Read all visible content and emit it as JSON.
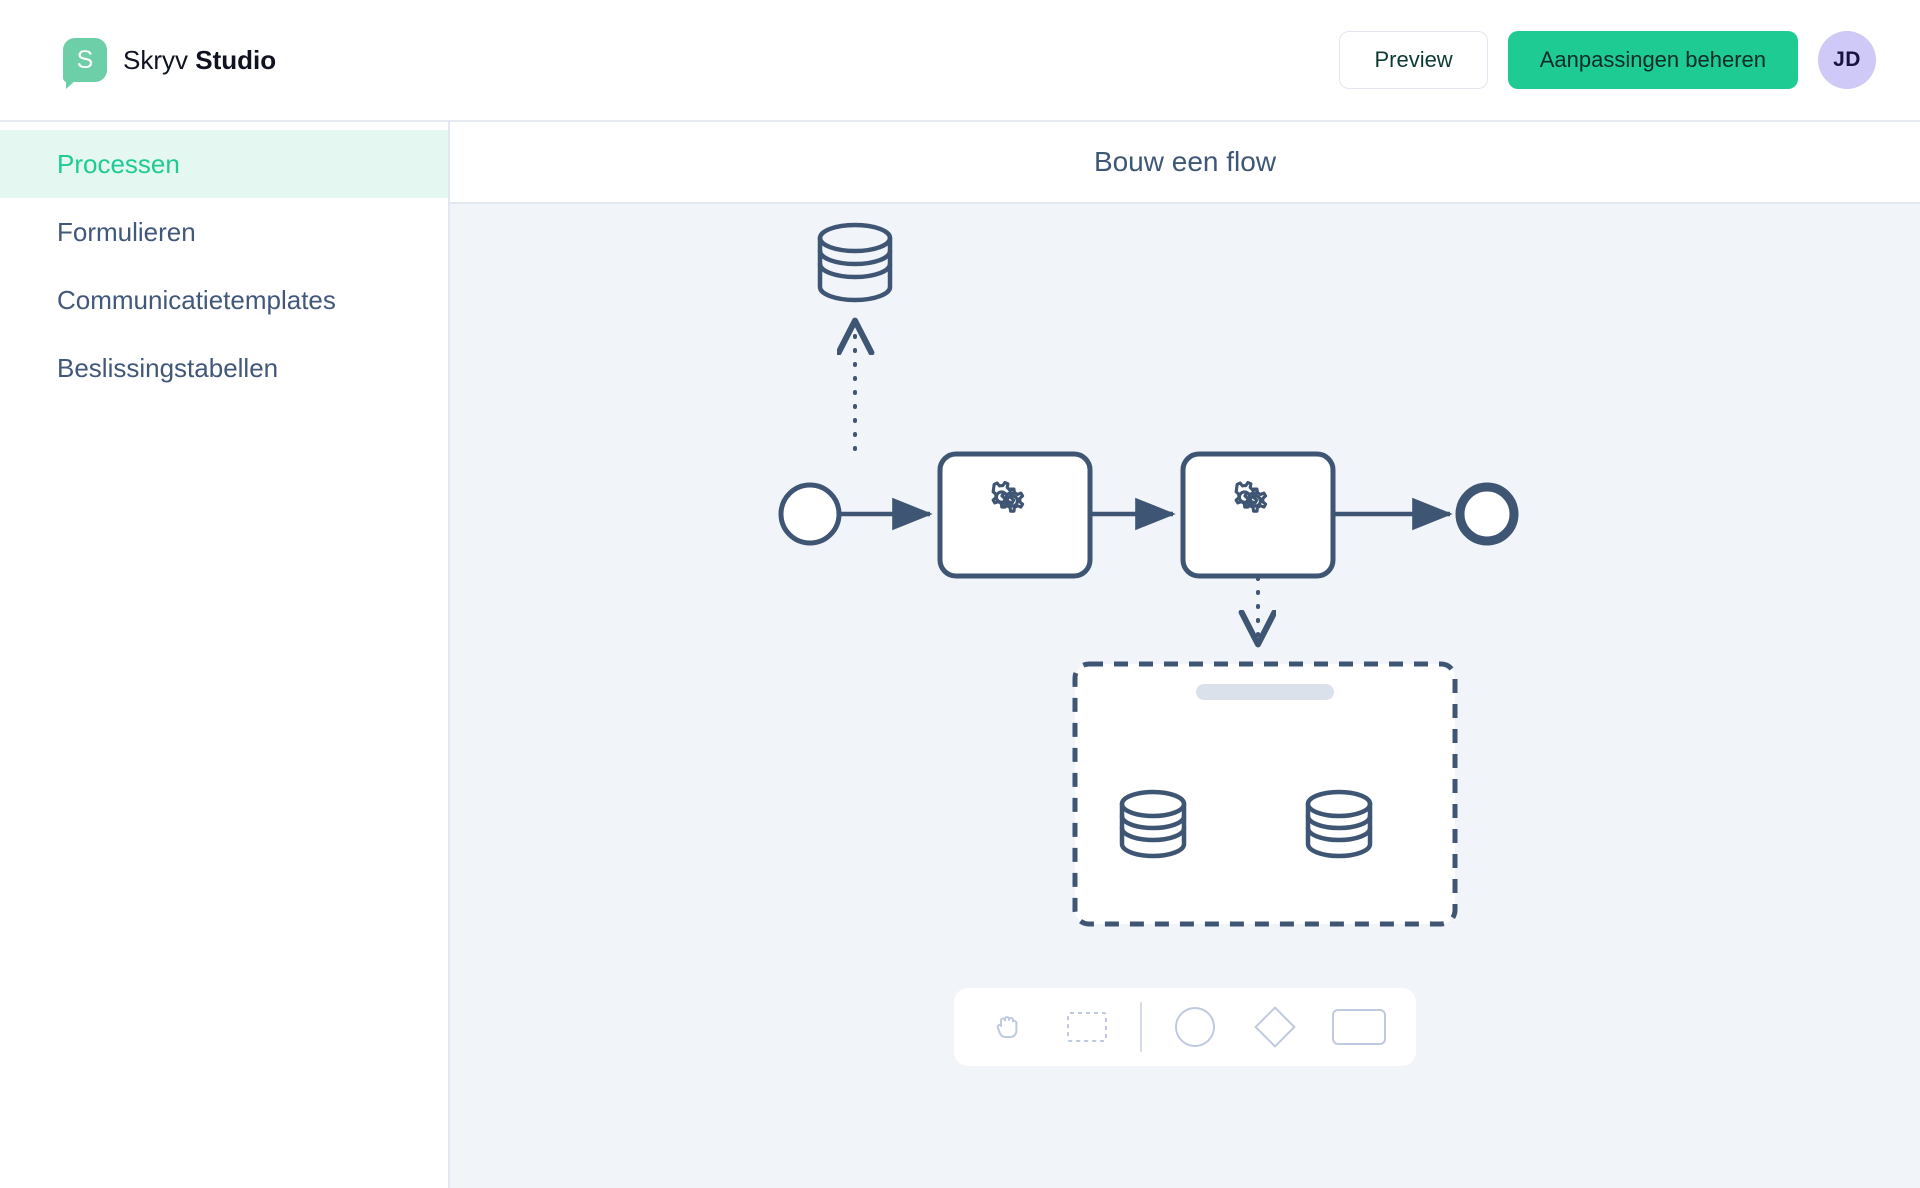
{
  "app": {
    "logo_letter": "S",
    "title_light": "Skryv",
    "title_bold": "Studio"
  },
  "topbar": {
    "preview_label": "Preview",
    "manage_label": "Aanpassingen beheren",
    "avatar_initials": "JD",
    "icons": [
      "speech-bubble-logo-icon"
    ]
  },
  "sidebar": {
    "items": [
      {
        "label": "Processen",
        "active": true
      },
      {
        "label": "Formulieren",
        "active": false
      },
      {
        "label": "Communicatietemplates",
        "active": false
      },
      {
        "label": "Beslissingstabellen",
        "active": false
      }
    ]
  },
  "main": {
    "header_title": "Bouw een flow"
  },
  "diagram": {
    "type": "bpmn-flow",
    "nodes": [
      {
        "id": "start",
        "kind": "start-event",
        "shape": "circle"
      },
      {
        "id": "task1",
        "kind": "service-task",
        "shape": "rounded-rect",
        "icon": "gears-icon"
      },
      {
        "id": "task2",
        "kind": "service-task",
        "shape": "rounded-rect",
        "icon": "gears-icon"
      },
      {
        "id": "end",
        "kind": "end-event",
        "shape": "circle-thick"
      },
      {
        "id": "datastore-top",
        "kind": "data-store",
        "icon": "database-icon"
      },
      {
        "id": "group",
        "kind": "dashed-group",
        "shape": "dashed-rounded-rect"
      },
      {
        "id": "datastore-a",
        "kind": "data-store",
        "icon": "database-icon"
      },
      {
        "id": "datastore-b",
        "kind": "data-store",
        "icon": "database-icon"
      }
    ],
    "edges": [
      {
        "from": "start",
        "to": "task1",
        "style": "solid"
      },
      {
        "from": "task1",
        "to": "task2",
        "style": "solid"
      },
      {
        "from": "task2",
        "to": "end",
        "style": "solid"
      },
      {
        "from": "task1",
        "to": "datastore-top",
        "style": "dotted"
      },
      {
        "from": "task2",
        "to": "group",
        "style": "dotted"
      }
    ],
    "stroke_color": "#3f5574",
    "node_fill": "#ffffff",
    "canvas_bg": "#f1f4f8",
    "placeholder_bar_color": "#dbe1ea"
  },
  "tool_palette": {
    "tools": [
      {
        "name": "hand-tool-icon",
        "label": "Hand"
      },
      {
        "name": "marquee-select-icon",
        "label": "Select"
      },
      {
        "name": "divider",
        "label": ""
      },
      {
        "name": "event-circle-icon",
        "label": "Event"
      },
      {
        "name": "gateway-diamond-icon",
        "label": "Gateway"
      },
      {
        "name": "task-rect-icon",
        "label": "Task"
      }
    ]
  },
  "colors": {
    "brand_green": "#1ecb93",
    "logo_green": "#6ccfa8",
    "active_nav_bg": "#e4f7f0",
    "slate": "#3f5574",
    "avatar_bg": "#cfc9f8"
  }
}
